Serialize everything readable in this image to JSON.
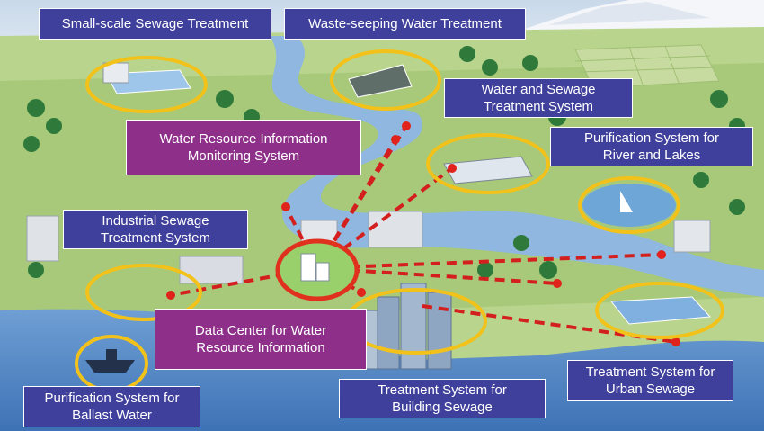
{
  "labels": {
    "small_scale": "Small-scale Sewage Treatment",
    "waste_seeping": "Waste-seeping Water Treatment",
    "water_sewage": "Water and Sewage\nTreatment System",
    "monitoring": "Water Resource Information\nMonitoring System",
    "purification_river": "Purification System for\nRiver and Lakes",
    "industrial": "Industrial Sewage\nTreatment System",
    "data_center": "Data Center for Water\nResource Information",
    "ballast": "Purification System for\nBallast Water",
    "building": "Treatment System for\nBuilding Sewage",
    "urban": "Treatment System for\nUrban Sewage"
  },
  "colors": {
    "label_blue": "#3f3f9c",
    "label_purple": "#8e2f8a",
    "highlight_ring": "#f2c21b",
    "center_ring": "#e0301e",
    "link_line": "#d41f1f"
  },
  "icons": [
    "mountain",
    "river",
    "lake",
    "sea",
    "buildings",
    "data-center",
    "treatment-plant",
    "ship",
    "trees"
  ]
}
